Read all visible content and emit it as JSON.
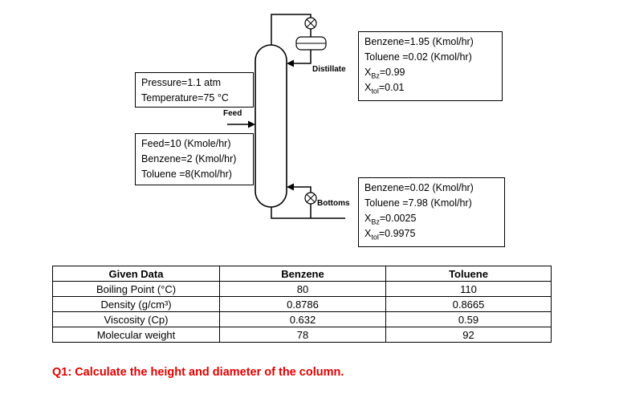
{
  "page": {
    "background": "#ffffff",
    "question": "Q1: Calculate the height and diameter of the column.",
    "question_color": "#e00000",
    "line_color": "#000000"
  },
  "diagram": {
    "labels": {
      "distillate": "Distillate",
      "feed": "Feed",
      "bottoms": "Bottoms"
    },
    "conditions_box": {
      "lines": [
        "Pressure=1.1 atm",
        "Temperature=75 °C"
      ]
    },
    "feed_box": {
      "lines": [
        "Feed=10 (Kmole/hr)",
        "Benzene=2 (Kmol/hr)",
        "Toluene =8(Kmol/hr)"
      ]
    },
    "distillate_box": {
      "lines": [
        "Benzene=1.95 (Kmol/hr)",
        "Toluene =0.02 (Kmol/hr)"
      ],
      "x_bz": {
        "pre": "X",
        "sub": "Bz",
        "post": "=0.99"
      },
      "x_tol": {
        "pre": "X",
        "sub": "tol",
        "post": "=0.01"
      }
    },
    "bottoms_box": {
      "lines": [
        "Benzene=0.02 (Kmol/hr)",
        "Toluene =7.98 (Kmol/hr)"
      ],
      "x_bz": {
        "pre": "X",
        "sub": "Bz",
        "post": "=0.0025"
      },
      "x_tol": {
        "pre": "X",
        "sub": "tol",
        "post": "=0.9975"
      }
    }
  },
  "table": {
    "headers": [
      "Given Data",
      "Benzene",
      "Toluene"
    ],
    "rows": [
      [
        "Boiling Point (°C)",
        "80",
        "110"
      ],
      [
        "Density (g/cm³)",
        "0.8786",
        "0.8665"
      ],
      [
        "Viscosity (Cp)",
        "0.632",
        "0.59"
      ],
      [
        "Molecular weight",
        "78",
        "92"
      ]
    ]
  }
}
